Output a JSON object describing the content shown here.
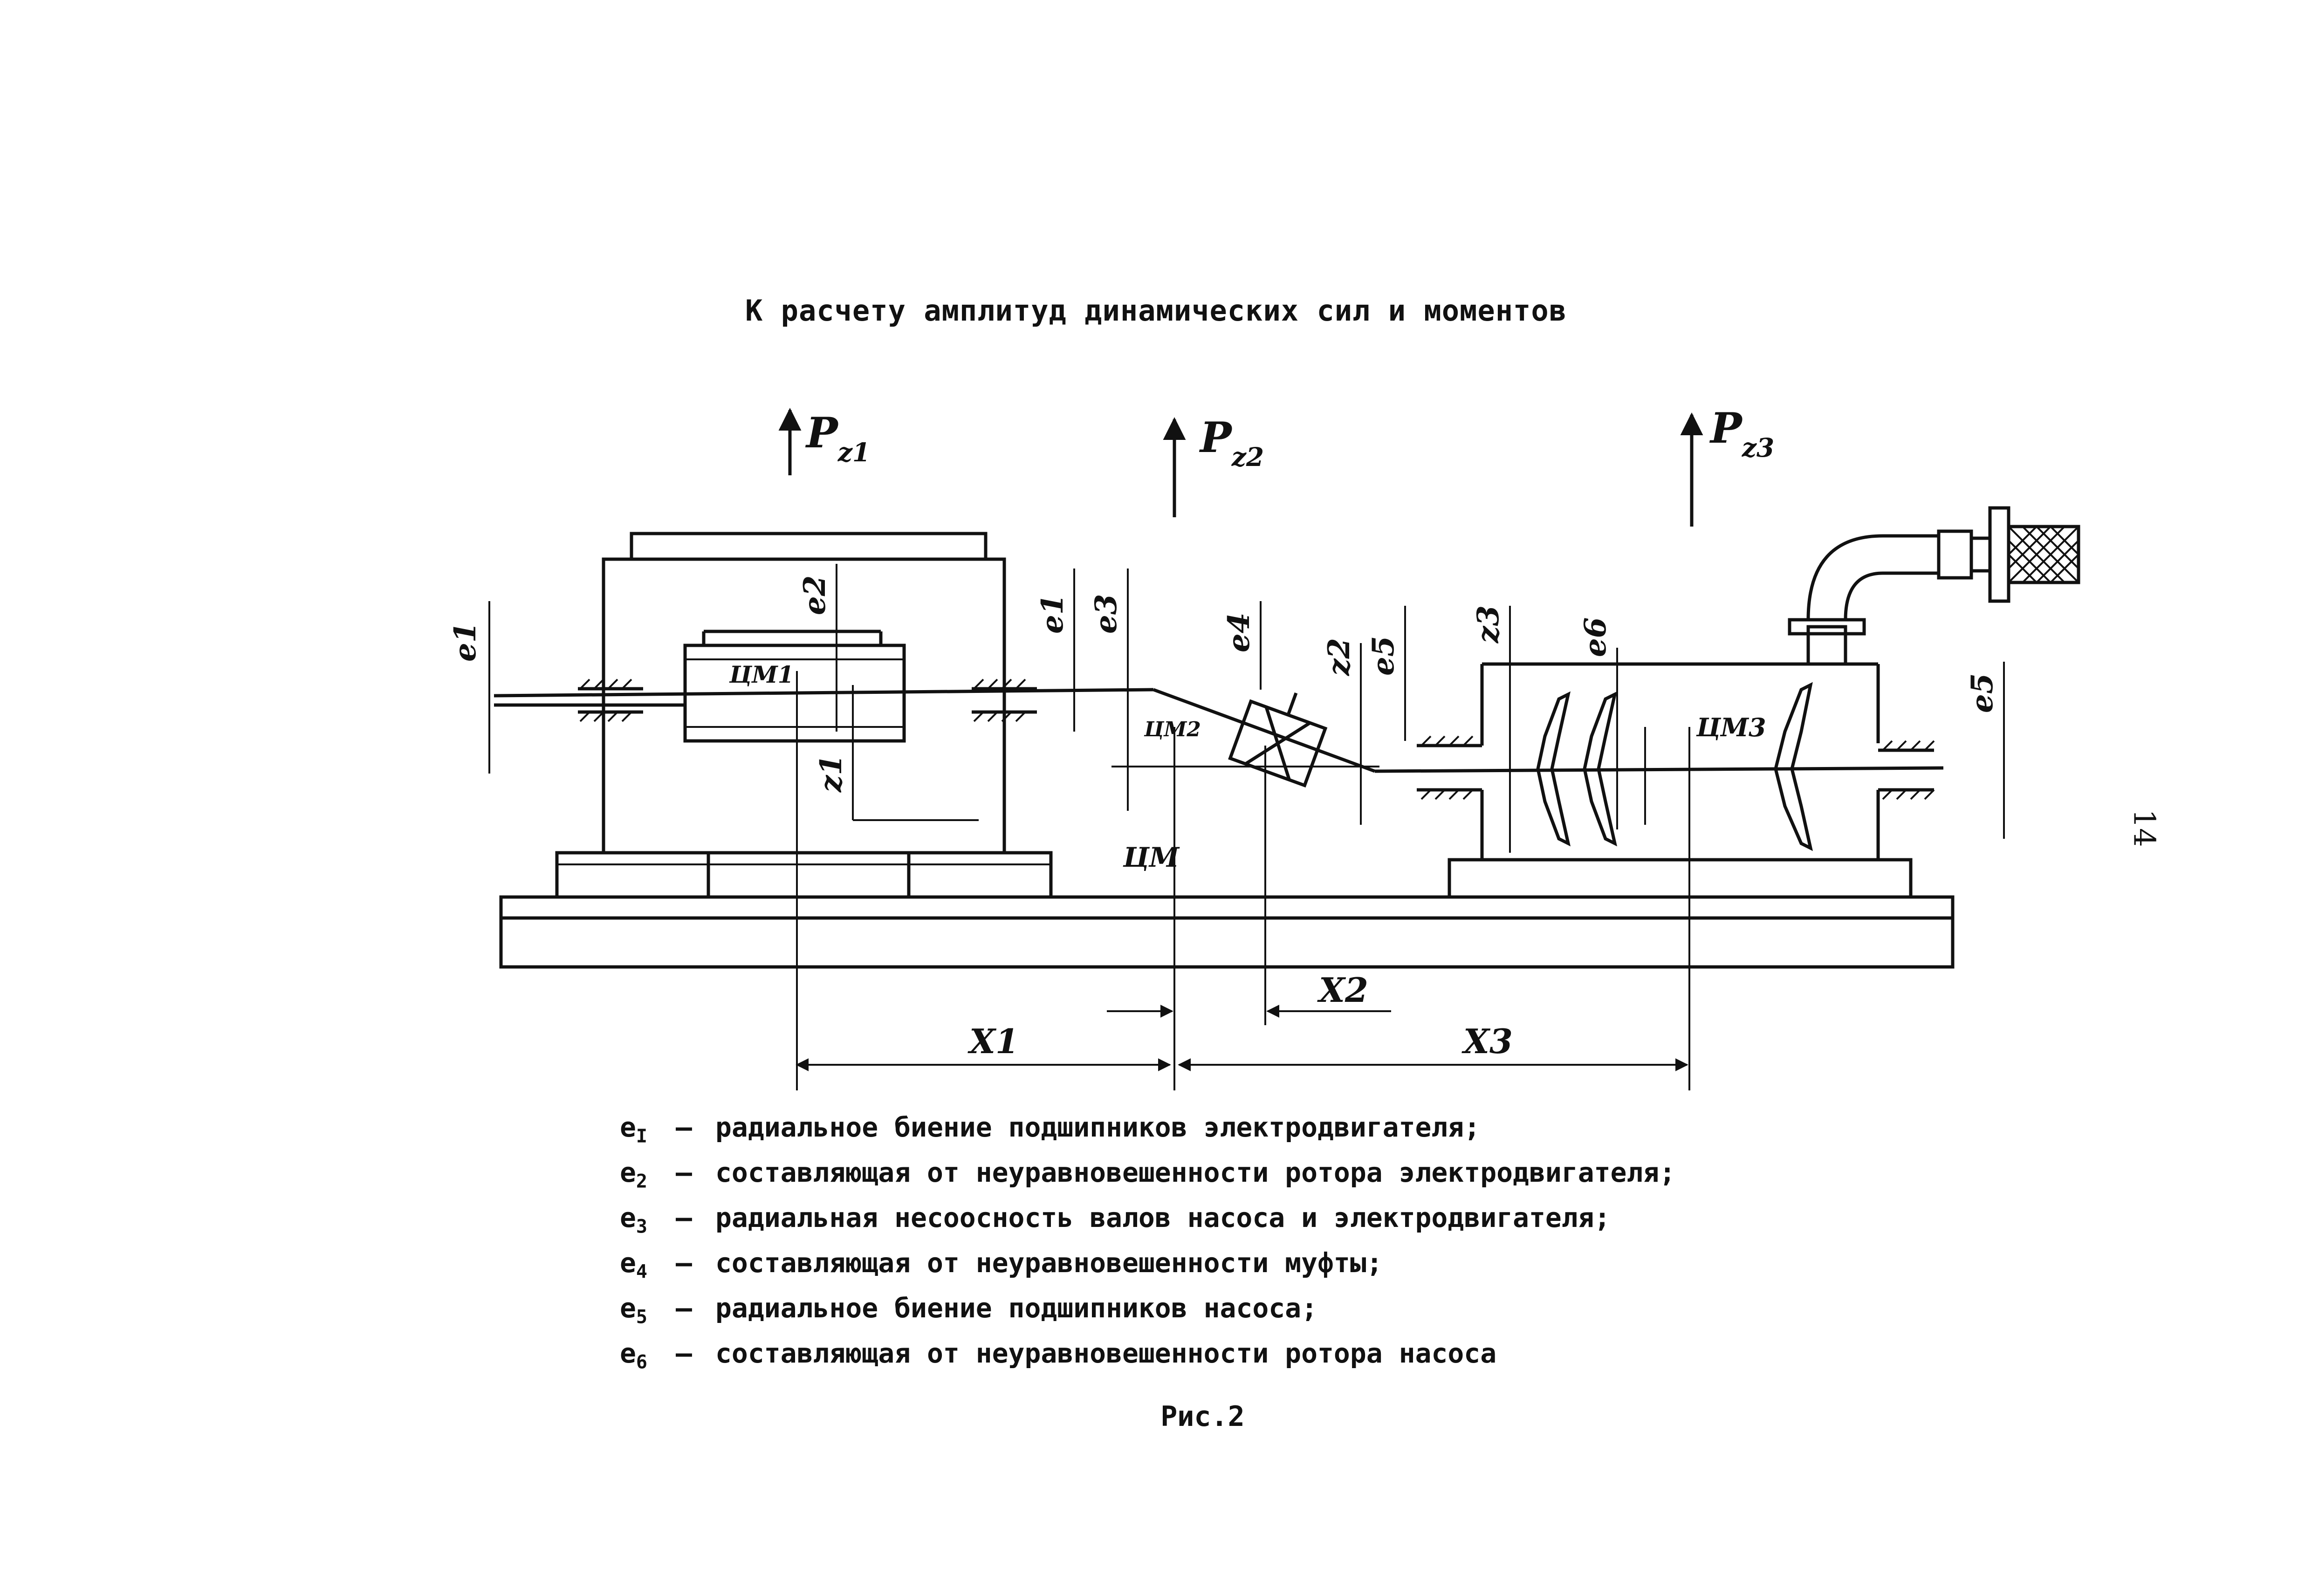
{
  "title": "К расчету амплитуд динамических сил и моментов",
  "page_number": "14",
  "force_labels": {
    "p1": "P",
    "p1_sub": "z1",
    "p2": "P",
    "p2_sub": "z2",
    "p3": "P",
    "p3_sub": "z3"
  },
  "dim_labels": {
    "e1_left": "e1",
    "e2": "e2",
    "e1_right": "e1",
    "e3": "e3",
    "e4": "e4",
    "e5": "e5",
    "e6": "e6",
    "e5_right": "e5",
    "z1": "z1",
    "z2": "z2",
    "z3": "z3",
    "cm1": "ЦМ1",
    "cm2": "ЦМ2",
    "cm3": "ЦМ3",
    "cm": "ЦМ",
    "x1": "X1",
    "x2": "X2",
    "x3": "X3"
  },
  "legend": [
    {
      "sym": "e",
      "sub": "I",
      "text": "радиальное биение подшипников электродвигателя;"
    },
    {
      "sym": "e",
      "sub": "2",
      "text": "составляющая от неуравновешенности ротора электродвигателя;"
    },
    {
      "sym": "e",
      "sub": "3",
      "text": "радиальная несоосность валов насоса и электродвигателя;"
    },
    {
      "sym": "e",
      "sub": "4",
      "text": "составляющая от неуравновешенности муфты;"
    },
    {
      "sym": "e",
      "sub": "5",
      "text": "радиальное биение подшипников насоса;"
    },
    {
      "sym": "e",
      "sub": "6",
      "text": "составляющая от неуравновешенности ротора насоса"
    }
  ],
  "caption": "Рис.2"
}
